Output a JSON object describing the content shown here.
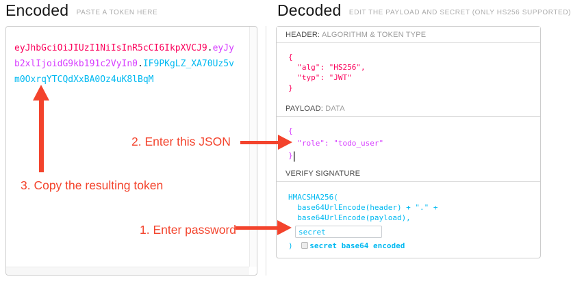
{
  "encoded": {
    "title": "Encoded",
    "subtitle": "PASTE A TOKEN HERE",
    "token": {
      "header": "eyJhbGciOiJIUzI1NiIsInR5cCI6IkpXVCJ9",
      "dot1": ".",
      "payload": "eyJyb2xlIjoidG9kb191c2VyIn0",
      "dot2": ".",
      "signature": "IF9PKgLZ_XA70Uz5vm0OxrqYTCQdXxBA0Oz4uK8lBqM"
    }
  },
  "decoded": {
    "title": "Decoded",
    "subtitle": "EDIT THE PAYLOAD AND SECRET (ONLY HS256 SUPPORTED)",
    "header_section": {
      "label_strong": "HEADER:",
      "label_light": "ALGORITHM & TOKEN TYPE",
      "code": "{\n  \"alg\": \"HS256\",\n  \"typ\": \"JWT\"\n}"
    },
    "payload_section": {
      "label_strong": "PAYLOAD:",
      "label_light": "DATA",
      "code": "{\n  \"role\": \"todo_user\"\n}",
      "cursor": "|"
    },
    "signature_section": {
      "label": "VERIFY SIGNATURE",
      "lines": {
        "0": "HMACSHA256(",
        "1": "  base64UrlEncode(header) + \".\" +",
        "2": "  base64UrlEncode(payload),"
      },
      "secret_value": "secret",
      "close_paren": ") ",
      "checkbox_label": "secret base64 encoded"
    }
  },
  "annotations": {
    "step1": "1. Enter password",
    "step2": "2. Enter this JSON",
    "step3": "3. Copy the resulting token"
  },
  "colors": {
    "token_header": "#fb015b",
    "token_payload": "#d63aff",
    "token_signature": "#00b9f1",
    "annotation_red": "#f3432c"
  }
}
